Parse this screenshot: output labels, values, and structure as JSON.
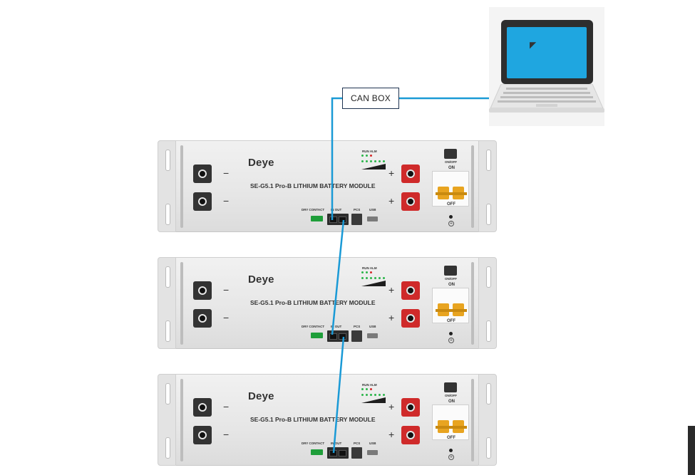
{
  "can_box": {
    "label": "CAN BOX"
  },
  "cable_color": "#1a9ad6",
  "modules": [
    {
      "logo": "Deye",
      "model": "SE-G5.1 Pro-B  LITHIUM BATTERY MODULE",
      "neg_sign": "−",
      "pos_sign": "+",
      "led_label": "RUN ALM",
      "dry_contact": "DRY CONTACT",
      "in_out": "IN   OUT",
      "pcs": "PCS",
      "usb": "USB",
      "onoff": "ON/OFF",
      "on": "ON",
      "off": "OFF"
    },
    {
      "logo": "Deye",
      "model": "SE-G5.1 Pro-B  LITHIUM BATTERY MODULE",
      "neg_sign": "−",
      "pos_sign": "+",
      "led_label": "RUN ALM",
      "dry_contact": "DRY CONTACT",
      "in_out": "IN   OUT",
      "pcs": "PCS",
      "usb": "USB",
      "onoff": "ON/OFF",
      "on": "ON",
      "off": "OFF"
    },
    {
      "logo": "Deye",
      "model": "SE-G5.1 Pro-B  LITHIUM BATTERY MODULE",
      "neg_sign": "−",
      "pos_sign": "+",
      "led_label": "RUN ALM",
      "dry_contact": "DRY CONTACT",
      "in_out": "IN   OUT",
      "pcs": "PCS",
      "usb": "USB",
      "onoff": "ON/OFF",
      "on": "ON",
      "off": "OFF"
    }
  ]
}
